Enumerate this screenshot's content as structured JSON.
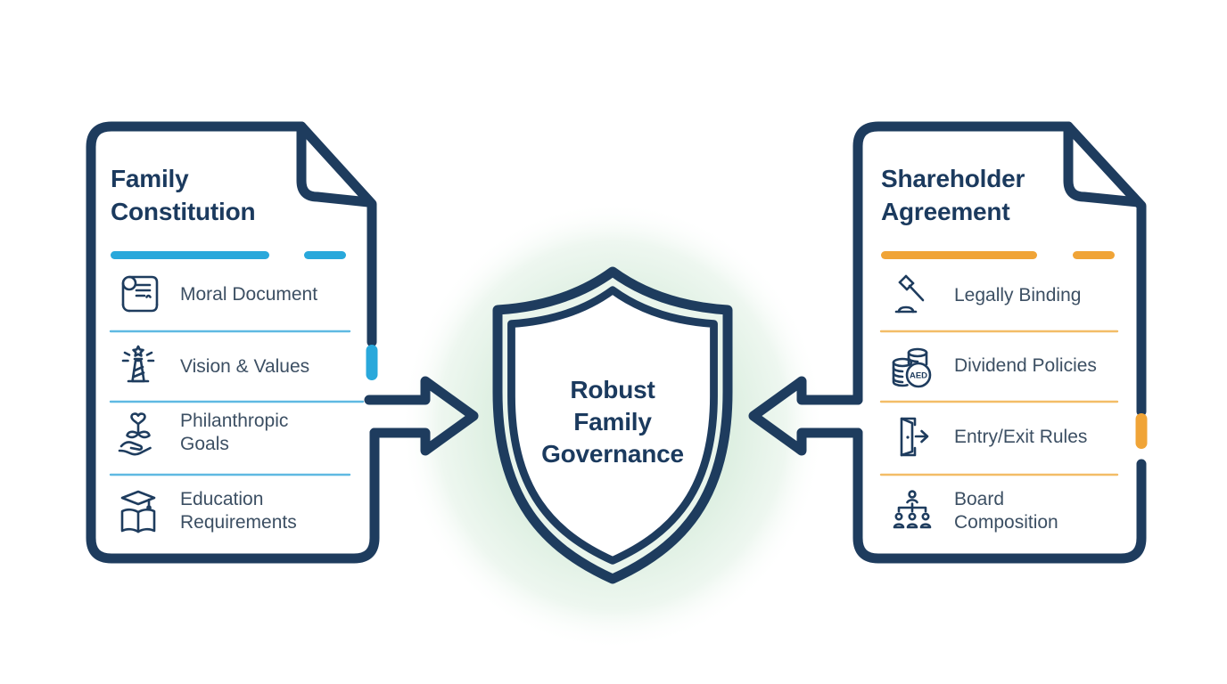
{
  "diagram_title": "Robust Family Governance",
  "colors": {
    "navy": "#1e3c5e",
    "text-primary": "#1b3a5e",
    "text-secondary": "#3c4f63",
    "cyan": "#29a8db",
    "cyan-light": "#5fb9e2",
    "orange": "#f0a437",
    "orange-light": "#f3bd67",
    "glow": "#d5ecd9",
    "shield-ring": "#e9f5ec"
  },
  "left_document": {
    "title": "Family Constitution",
    "accent_color": "#29a8db",
    "items": [
      {
        "label": "Moral Document",
        "icon": "scroll"
      },
      {
        "label": "Vision & Values",
        "icon": "lighthouse"
      },
      {
        "label": "Philanthropic Goals",
        "icon": "hand-heart"
      },
      {
        "label": "Education Requirements",
        "icon": "graduation-book"
      }
    ]
  },
  "right_document": {
    "title": "Shareholder Agreement",
    "accent_color": "#f0a437",
    "items": [
      {
        "label": "Legally Binding",
        "icon": "gavel"
      },
      {
        "label": "Dividend Policies",
        "icon": "coins",
        "badge": "AED"
      },
      {
        "label": "Entry/Exit Rules",
        "icon": "door-exit"
      },
      {
        "label": "Board Composition",
        "icon": "org-chart"
      }
    ]
  },
  "center": {
    "lines": [
      "Robust",
      "Family",
      "Governance"
    ]
  }
}
